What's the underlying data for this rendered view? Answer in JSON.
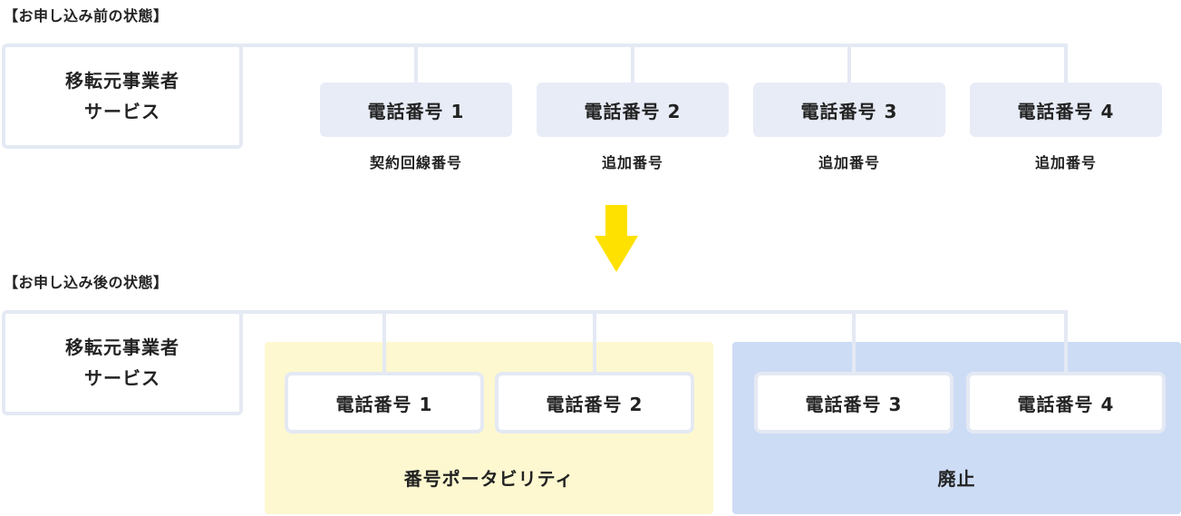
{
  "before": {
    "title": "【お申し込み前の状態】",
    "provider": {
      "line1": "移転元事業者",
      "line2": "サービス"
    },
    "numbers": [
      {
        "label": "電話番号 1",
        "sub": "契約回線番号"
      },
      {
        "label": "電話番号 2",
        "sub": "追加番号"
      },
      {
        "label": "電話番号 3",
        "sub": "追加番号"
      },
      {
        "label": "電話番号 4",
        "sub": "追加番号"
      }
    ]
  },
  "after": {
    "title": "【お申し込み後の状態】",
    "provider": {
      "line1": "移転元事業者",
      "line2": "サービス"
    },
    "portability": {
      "label": "番号ポータビリティ",
      "numbers": [
        "電話番号 1",
        "電話番号 2"
      ]
    },
    "abolish": {
      "label": "廃止",
      "numbers": [
        "電話番号 3",
        "電話番号 4"
      ]
    }
  },
  "arrow_icon": "down-arrow-icon",
  "colors": {
    "connector": "#e4e9f3",
    "chip": "#e8ecf7",
    "portability_bg": "#fdf8d0",
    "abolish_bg": "#cddcf5",
    "arrow": "#ffe100"
  }
}
